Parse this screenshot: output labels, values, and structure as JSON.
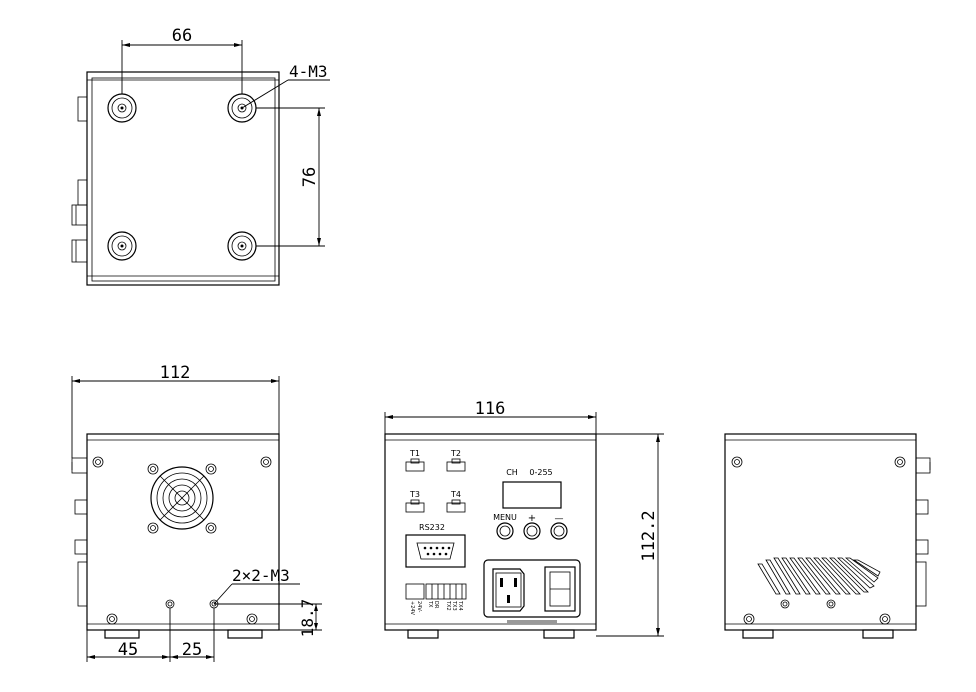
{
  "top_view": {
    "dim_hole_spacing_x": "66",
    "dim_hole_spacing_y": "76",
    "hole_callout": "4-M3"
  },
  "left_view": {
    "dim_width": "112",
    "dim_offset_a": "45",
    "dim_offset_b": "25",
    "dim_height": "18.7",
    "hole_callout": "2×2-M3"
  },
  "front_view": {
    "dim_width": "116",
    "dim_height": "112.2",
    "connectors": [
      "T1",
      "T2",
      "T3",
      "T4"
    ],
    "serial_label": "RS232",
    "display_labels": [
      "CH",
      "0-255"
    ],
    "button_labels": [
      "MENU",
      "+",
      "—"
    ],
    "terminal_labels": [
      "+24V",
      "24V-",
      "TX",
      "DR",
      "TX2",
      "TX3",
      "TX4"
    ]
  }
}
